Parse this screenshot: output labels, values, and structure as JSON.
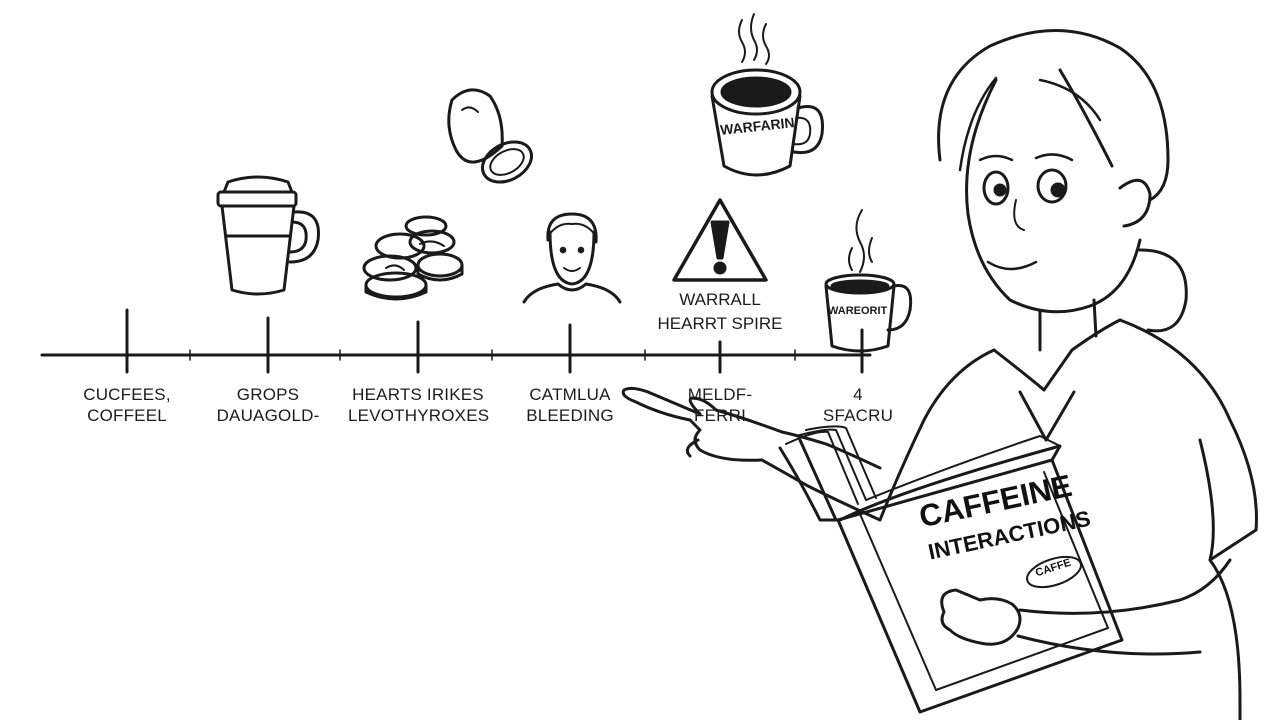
{
  "timeline": {
    "labels": [
      {
        "line1": "CUCFEES,",
        "line2": "COFFEEL"
      },
      {
        "line1": "GROPS",
        "line2": "DAUAGOLD-"
      },
      {
        "line1": "HEARTS IRIKES",
        "line2": "LEVOTHYROXES"
      },
      {
        "line1": "CATMLUA",
        "line2": "BLEEDING"
      },
      {
        "line1": "MELDF-",
        "line2": "FERRI"
      },
      {
        "line1": "4",
        "line2": "SFACRU"
      }
    ]
  },
  "warning": {
    "line1": "WARRALL",
    "line2": "HEARRT SPIRE"
  },
  "mugs": {
    "top_mug_label": "WARFARIN",
    "small_mug_label": "WAREORIT"
  },
  "book": {
    "title_line1": "CAFFEINE",
    "title_line2": "INTERACTIONS",
    "stamp": "CAFFE"
  }
}
